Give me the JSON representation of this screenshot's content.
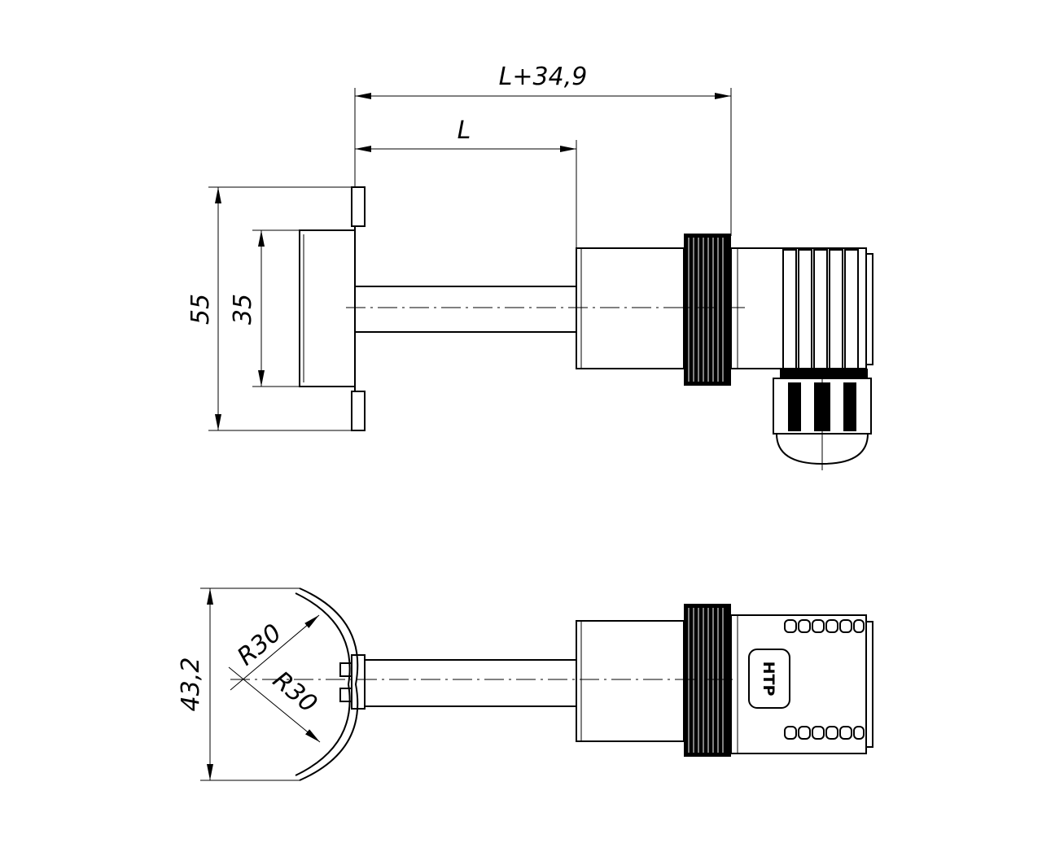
{
  "drawing": {
    "dimensions": {
      "overall_length": "L+34,9",
      "probe_length": "L",
      "flange_height": "55",
      "flange_inner": "35",
      "front_width": "43,2",
      "radius_upper": "R30",
      "radius_lower": "R30"
    },
    "logo_text": "НТР",
    "line_color": "#000000",
    "background": "#ffffff"
  }
}
